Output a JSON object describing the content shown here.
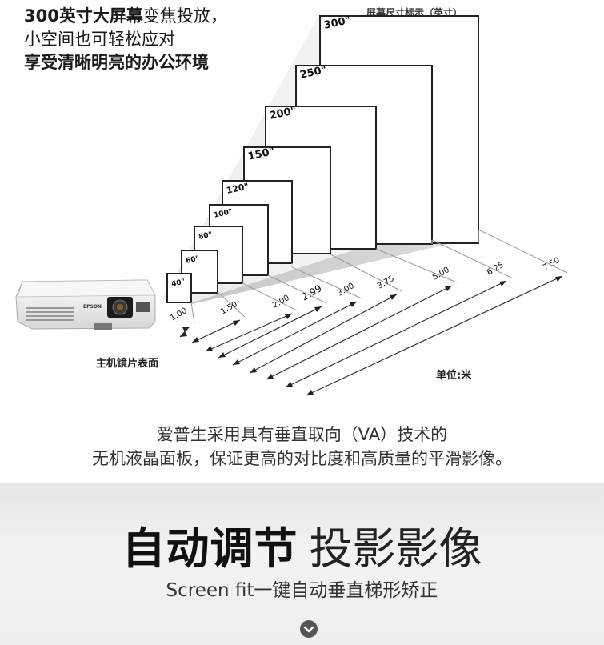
{
  "headline": {
    "line1_bold": "300英寸大屏幕",
    "line1_rest": "变焦投放，",
    "line2": "小空间也可轻松应对",
    "line3": "享受清晰明亮的办公环境"
  },
  "diagram": {
    "screen_size_label": "屏幕尺寸标示（英寸）",
    "unit_label": "单位:米",
    "projector_label": "主机镜片表面",
    "projector_brand": "EPSON",
    "screen_color": "#ffffff",
    "frame_color": "#222222",
    "screens": [
      {
        "size": "40\"",
        "distance": "1.00"
      },
      {
        "size": "60\"",
        "distance": "1.50"
      },
      {
        "size": "80\"",
        "distance": "2.00"
      },
      {
        "size": "100\"",
        "distance": "2.99"
      },
      {
        "size": "120\"",
        "distance": "3.00"
      },
      {
        "size": "150\"",
        "distance": "3.75"
      },
      {
        "size": "200\"",
        "distance": "5.00"
      },
      {
        "size": "250\"",
        "distance": "6.25"
      },
      {
        "size": "300\"",
        "distance": "7.50"
      }
    ]
  },
  "caption": {
    "line1": "爱普生采用具有垂直取向（VA）技术的",
    "line2": "无机液晶面板，保证更高的对比度和高质量的平滑影像。"
  },
  "promo": {
    "title_strong": "自动调节",
    "title_light": "投影影像",
    "subtitle": "Screen fit一键自动垂直梯形矫正",
    "scroll_icon": "chevron-down-icon",
    "bg_color": "#ececec"
  }
}
